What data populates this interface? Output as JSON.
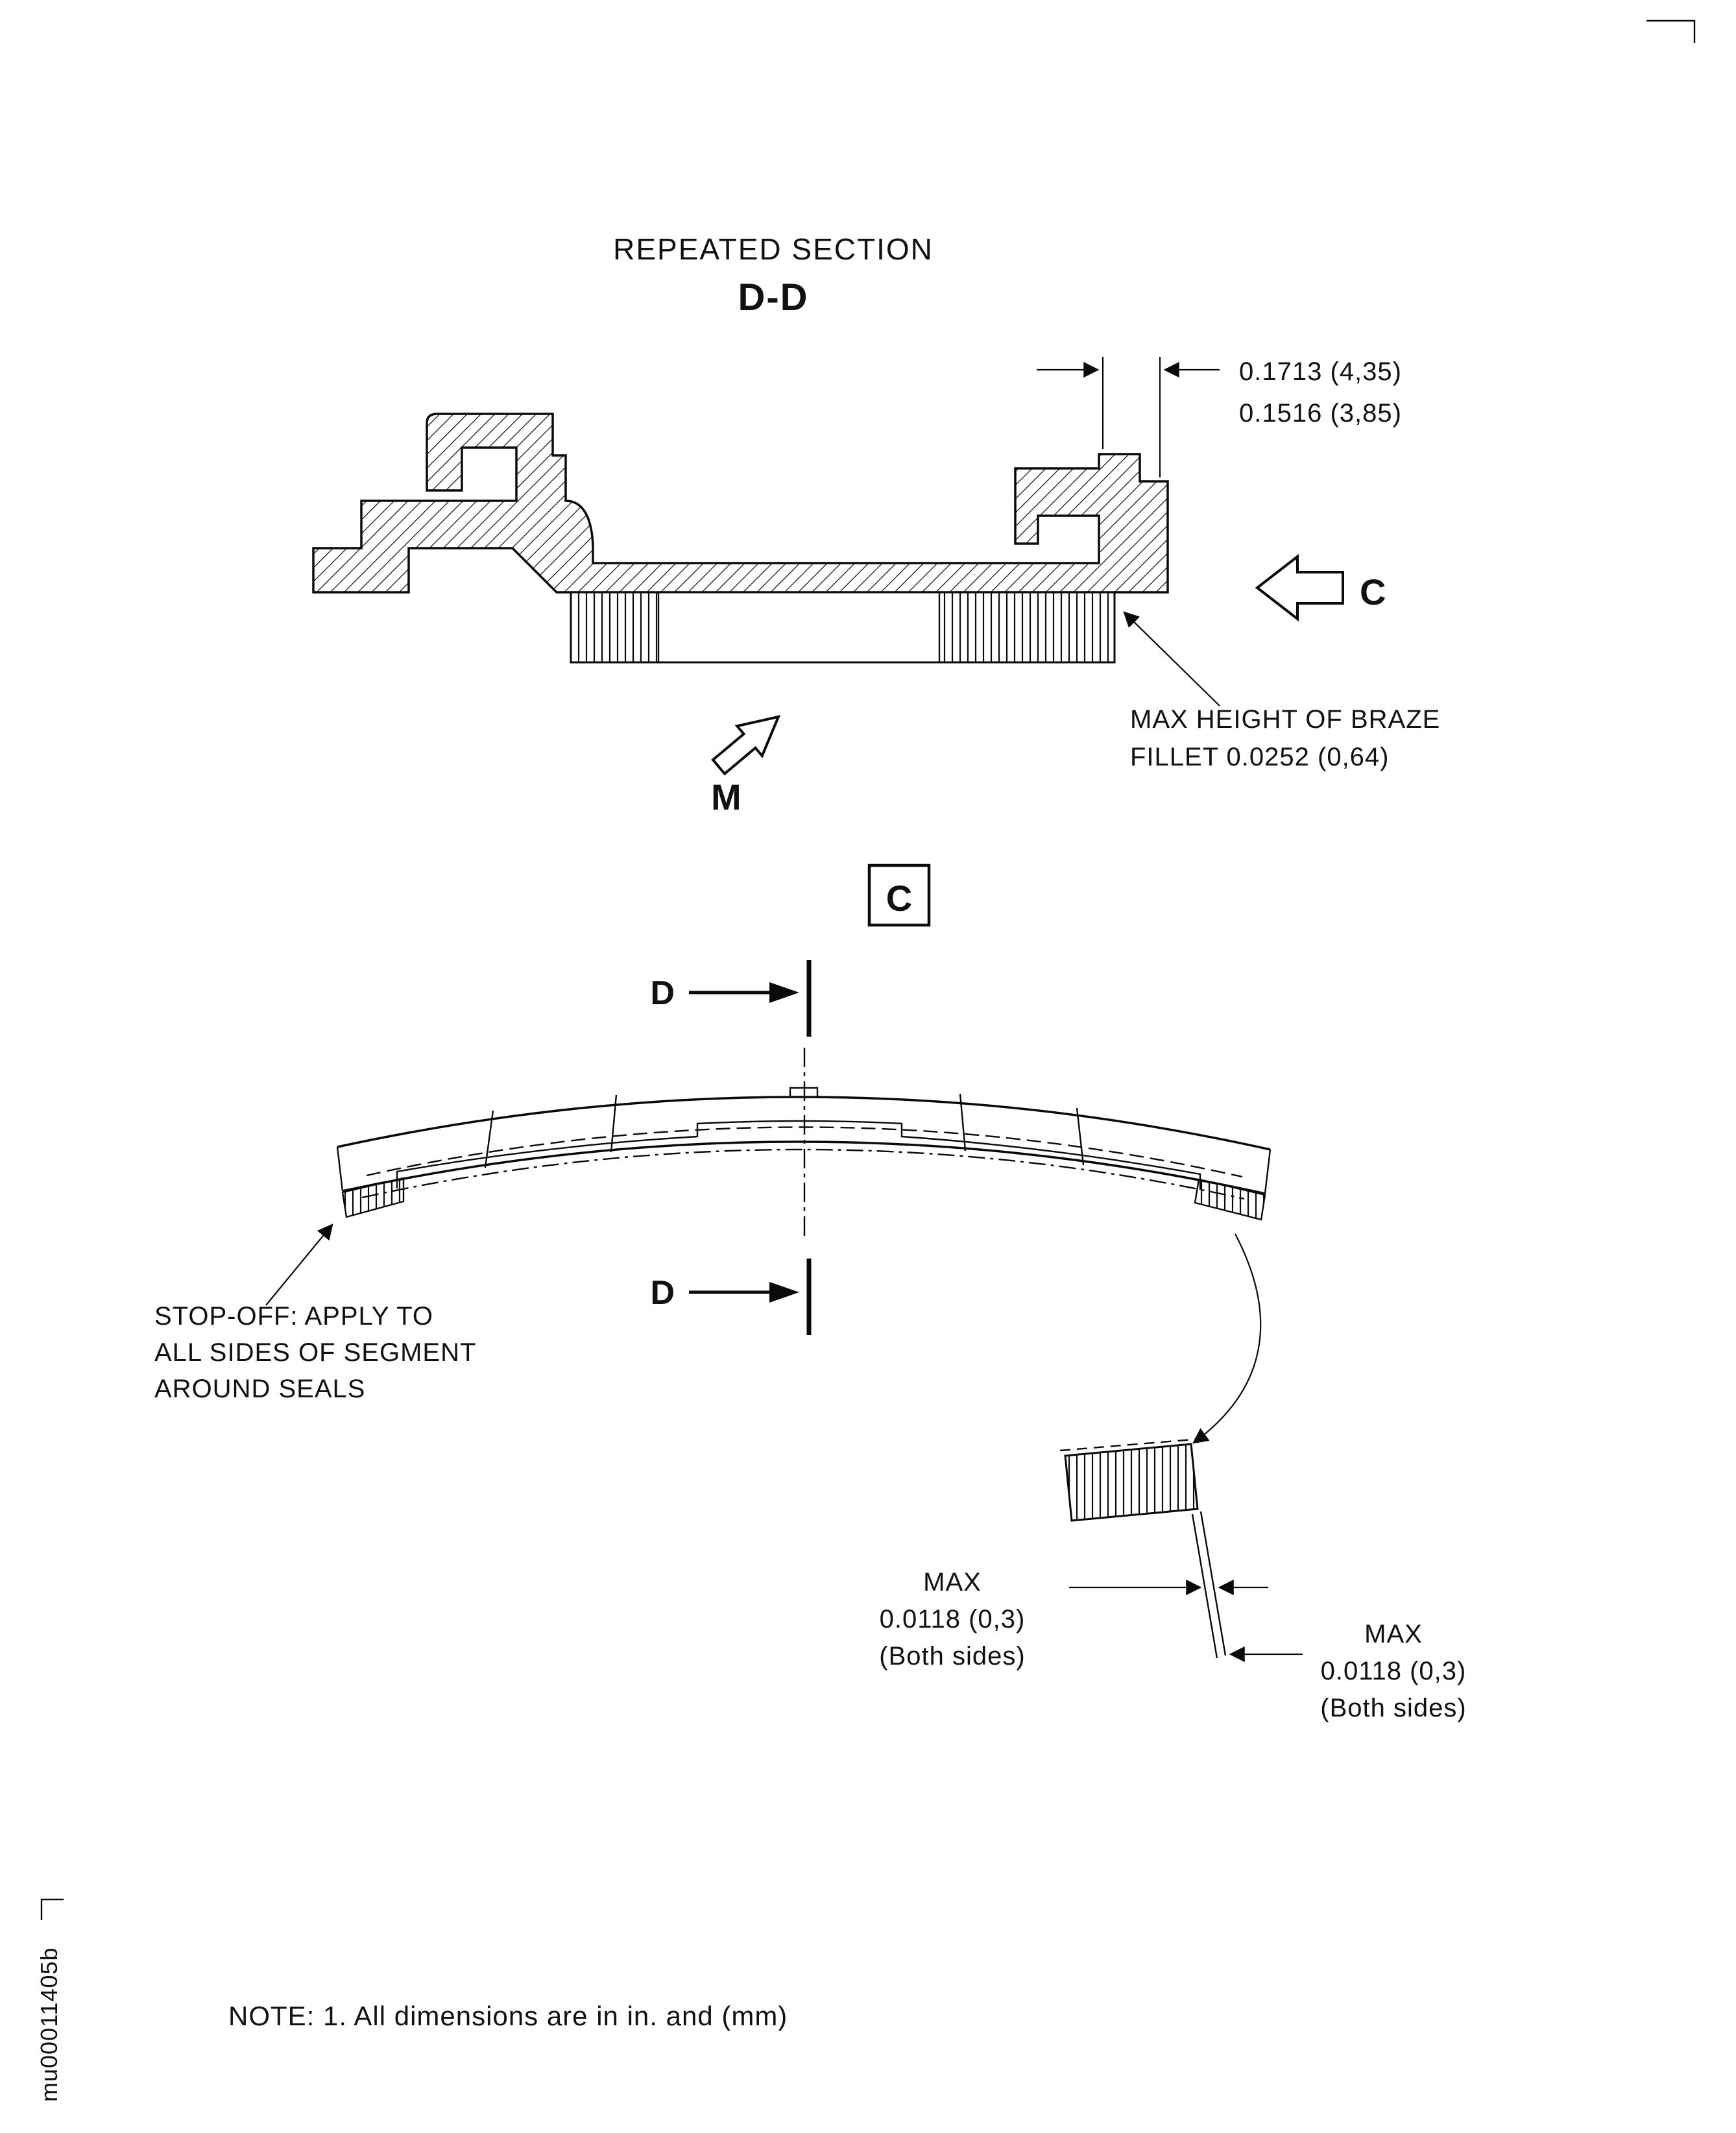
{
  "cross_section": {
    "title": "REPEATED SECTION",
    "name": "D-D",
    "dim_max": "0.1713 (4,35)",
    "dim_min": "0.1516 (3,85)",
    "braze_line1": "MAX HEIGHT OF BRAZE",
    "braze_line2": "FILLET 0.0252 (0,64)",
    "view_arrow_c": "C",
    "view_arrow_m": "M"
  },
  "view_c": {
    "label": "C",
    "section_d": "D",
    "stopoff_line1": "STOP-OFF: APPLY TO",
    "stopoff_line2": "ALL SIDES OF SEGMENT",
    "stopoff_line3": "AROUND SEALS"
  },
  "detail": {
    "left_max": "MAX",
    "left_value": "0.0118 (0,3)",
    "left_sides": "(Both sides)",
    "right_max": "MAX",
    "right_value": "0.0118 (0,3)",
    "right_sides": "(Both sides)"
  },
  "footer": {
    "note": "NOTE: 1. All dimensions are in in. and (mm)",
    "doc_id": "mu00011405b"
  }
}
